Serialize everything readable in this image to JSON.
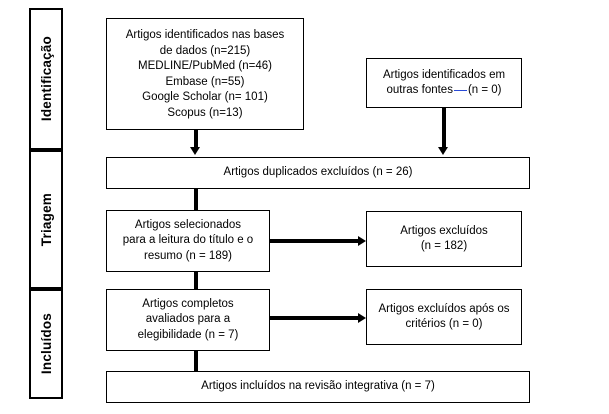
{
  "diagram": {
    "type": "prisma-flow-diagram",
    "language": "pt-BR",
    "stages": [
      {
        "id": "identificacao",
        "label": "Identificação"
      },
      {
        "id": "triagem",
        "label": "Triagem"
      },
      {
        "id": "incluidos",
        "label": "Incluídos"
      }
    ],
    "boxes": {
      "databases": {
        "text": "Artigos identificados nas bases\nde dados (n=215)\nMEDLINE/PubMed (n=46)\nEmbase (n=55)\nGoogle Scholar (n= 101)\nScopus (n=13)",
        "total": 215,
        "sources": [
          {
            "name": "MEDLINE/PubMed",
            "n": 46
          },
          {
            "name": "Embase",
            "n": 55
          },
          {
            "name": "Google Scholar",
            "n": 101
          },
          {
            "name": "Scopus",
            "n": 13
          }
        ]
      },
      "other_sources": {
        "line1": "Artigos identificados em",
        "line2_prefix": "outras fontes",
        "line2_suffix": "(n = 0)",
        "n": 0
      },
      "duplicates": {
        "text": "Artigos duplicados excluídos (n = 26)",
        "n": 26
      },
      "screened": {
        "text": "Artigos selecionados\npara a leitura do título e o\nresumo (n = 189)",
        "n": 189
      },
      "excluded_screening": {
        "text": "Artigos excluídos\n(n = 182)",
        "n": 182
      },
      "eligibility": {
        "text": "Artigos completos\navaliados para a\nelegibilidade (n = 7)",
        "n": 7
      },
      "excluded_criteria": {
        "text": "Artigos excluídos após os\ncritérios (n = 0)",
        "n": 0
      },
      "included": {
        "text": "Artigos incluídos na revisão integrativa (n = 7)",
        "n": 7
      }
    },
    "colors": {
      "stroke": "#000000",
      "background": "#ffffff",
      "link_artifact": "#2a4bd7"
    }
  }
}
